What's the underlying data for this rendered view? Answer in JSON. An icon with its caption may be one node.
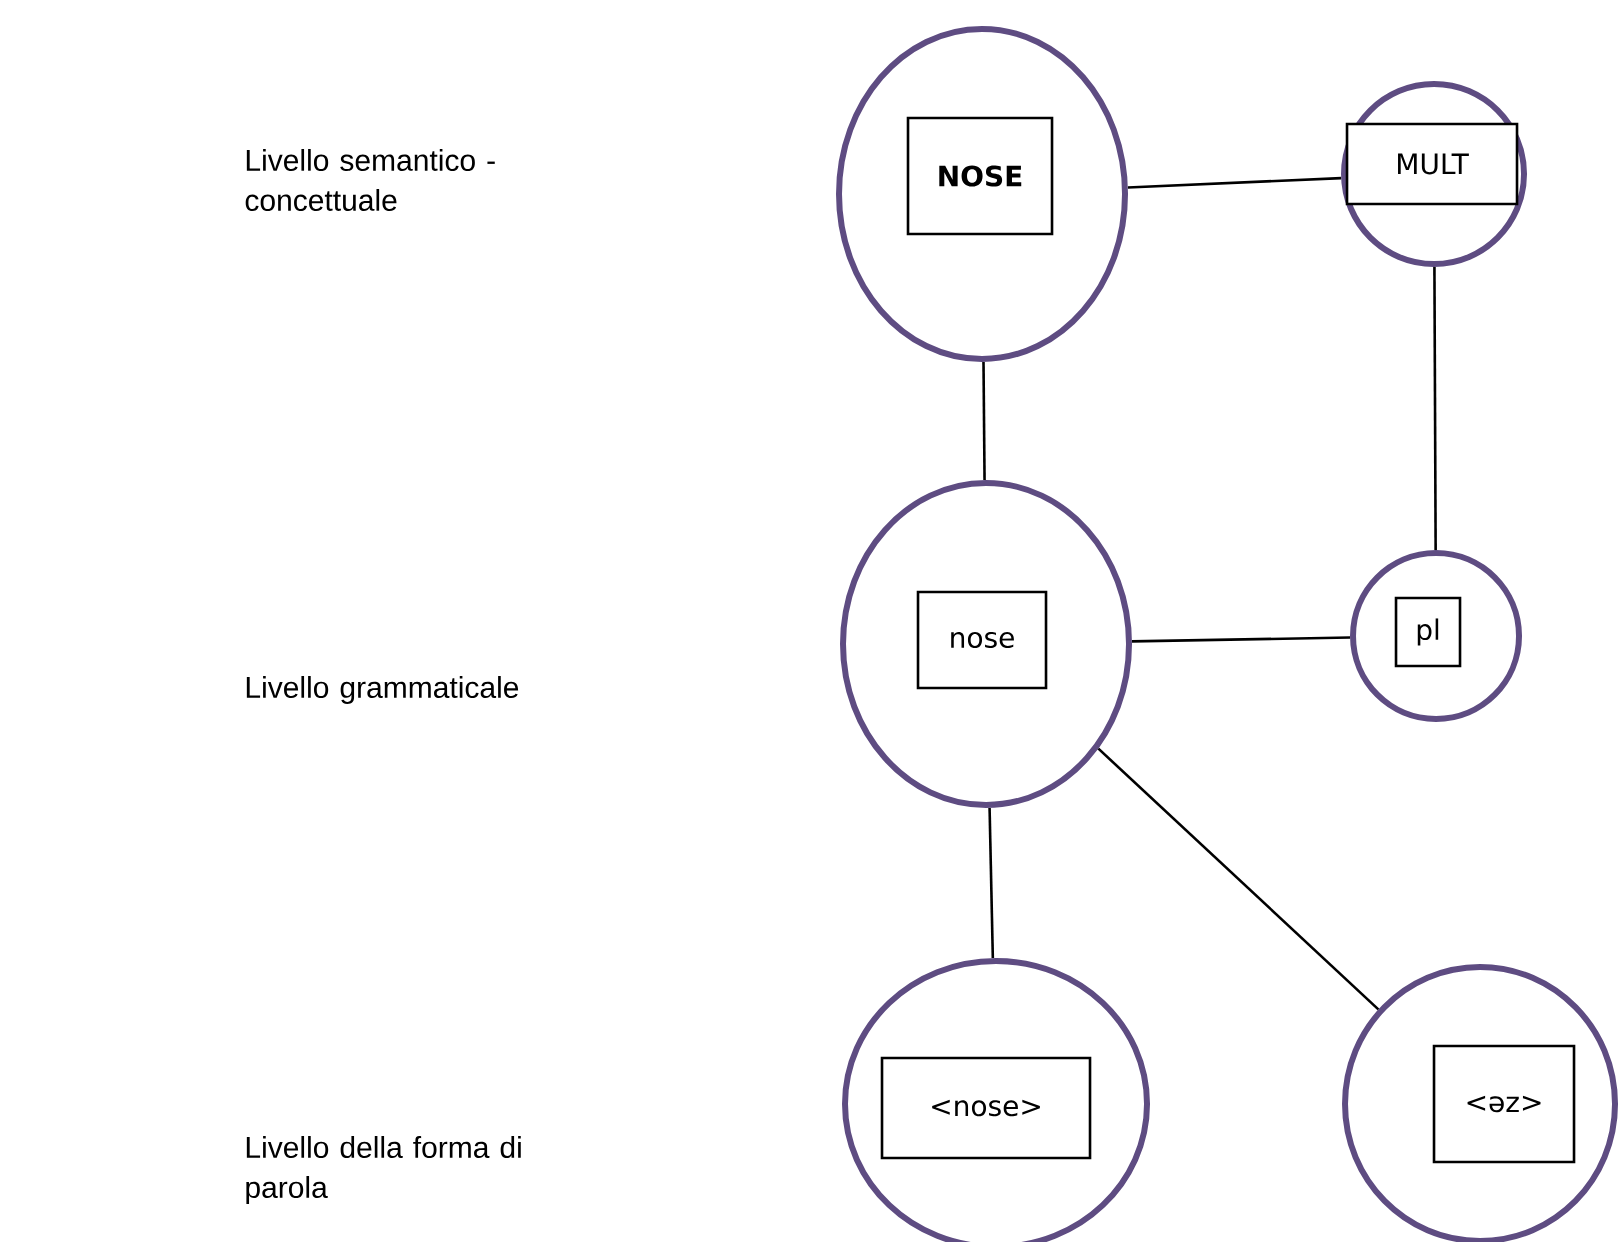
{
  "diagram": {
    "nodes": [
      {
        "text": [],
        "shape": "circle"
      },
      {
        "text": [
          "NOSE"
        ],
        "in": 0
      },
      {
        "text": [],
        "shape": "circle"
      },
      {
        "text": [
          "MULT"
        ],
        "in": 2
      },
      {
        "text": [],
        "shape": "circle"
      },
      {
        "text": [
          "nose"
        ],
        "in": 4
      },
      {
        "text": [],
        "shape": "circle"
      },
      {
        "text": [
          "pl"
        ],
        "in": 6
      },
      {
        "text": [],
        "shape": "circle"
      },
      {
        "text": [
          "<nose>"
        ],
        "in": 8
      },
      {
        "text": [],
        "shape": "circle"
      },
      {
        "text": [
          "<əz>"
        ],
        "in": 10
      }
    ],
    "edges": [
      {
        "from": 0,
        "to": 2,
        "arrow": "none"
      },
      {
        "from": 0,
        "to": 4,
        "arrow": "none"
      },
      {
        "from": 2,
        "to": 6,
        "arrow": "none"
      },
      {
        "from": 4,
        "to": 6,
        "arrow": "none"
      },
      {
        "from": 4,
        "to": 8,
        "arrow": "none"
      },
      {
        "from": 4,
        "to": 10,
        "arrow": "none"
      }
    ],
    "labels": [
      "Livello semantico - concettuale",
      "Livello grammaticale",
      "Livello della forma di parola"
    ]
  }
}
